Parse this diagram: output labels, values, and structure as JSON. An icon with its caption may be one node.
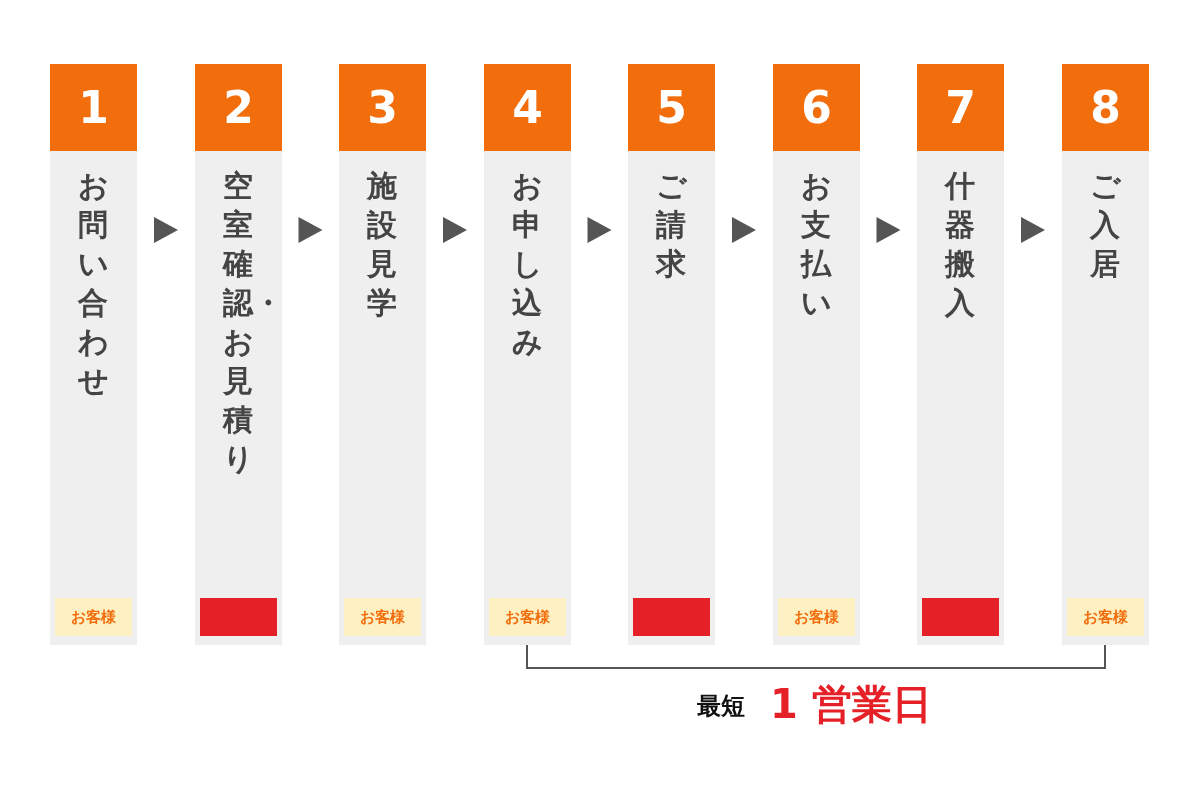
{
  "diagram": {
    "nodes": [
      {
        "text": [
          "1",
          "お問い合わせ"
        ]
      },
      {
        "text": [
          "お客様"
        ],
        "in": 0
      },
      {
        "text": [
          "2",
          "空室確認・お見積り"
        ]
      },
      {
        "text": [],
        "shape": "box",
        "in": 2
      },
      {
        "text": [
          "3",
          "施設見学"
        ]
      },
      {
        "text": [
          "お客様"
        ],
        "in": 4
      },
      {
        "text": [
          "4",
          "お申し込み"
        ]
      },
      {
        "text": [
          "お客様"
        ],
        "in": 6
      },
      {
        "text": [
          "5",
          "ご請求"
        ]
      },
      {
        "text": [],
        "shape": "box",
        "in": 8
      },
      {
        "text": [
          "6",
          "お支払い"
        ]
      },
      {
        "text": [
          "お客様"
        ],
        "in": 10
      },
      {
        "text": [
          "7",
          "什器搬入"
        ]
      },
      {
        "text": [],
        "shape": "box",
        "in": 12
      },
      {
        "text": [
          "8",
          "ご入居"
        ]
      },
      {
        "text": [
          "お客様"
        ],
        "in": 14
      }
    ],
    "edges": [
      {
        "from": 0,
        "to": 2,
        "arrow": "to"
      },
      {
        "from": 2,
        "to": 4,
        "arrow": "to"
      },
      {
        "from": 4,
        "to": 6,
        "arrow": "to"
      },
      {
        "from": 6,
        "to": 8,
        "arrow": "to"
      },
      {
        "from": 8,
        "to": 10,
        "arrow": "to"
      },
      {
        "from": 10,
        "to": 12,
        "arrow": "to"
      },
      {
        "from": 12,
        "to": 14,
        "arrow": "to"
      }
    ],
    "labels": [
      "最短",
      "1 営業日"
    ]
  }
}
